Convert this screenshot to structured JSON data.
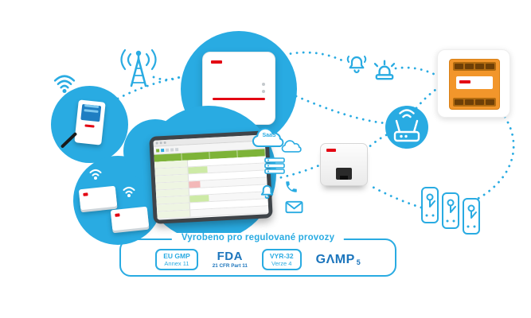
{
  "colors": {
    "blue": "#29ABE2",
    "red": "#E30613",
    "fda_blue": "#1C75BC",
    "green": "#7DB338",
    "orange": "#F2962B"
  },
  "cloud": {
    "label": "SaaS"
  },
  "compliance": {
    "title": "Vyrobeno pro regulované provozy",
    "badges": [
      {
        "line1": "EU GMP",
        "line2": "Annex 11"
      },
      {
        "line1": "FDA",
        "line2": "21 CFR Part 11"
      },
      {
        "line1": "VYR-32",
        "line2": "Verze 4"
      },
      {
        "line1": "GΛMP",
        "line2": "5"
      }
    ]
  },
  "icons": {
    "antenna-icon": "radio-mast-with-waves",
    "wifi-icon": "wifi-waves",
    "cloud-icon": "cloud",
    "server-stack-icon": "server-stack",
    "notification-bell-icon": "bell",
    "phone-icon": "phone-handset",
    "email-icon": "envelope",
    "wifi-router-icon": "router-with-antennas",
    "alarm-bell-icon": "ringing-bell",
    "siren-beacon-icon": "beacon-light",
    "relay-icons": "din-relays"
  }
}
